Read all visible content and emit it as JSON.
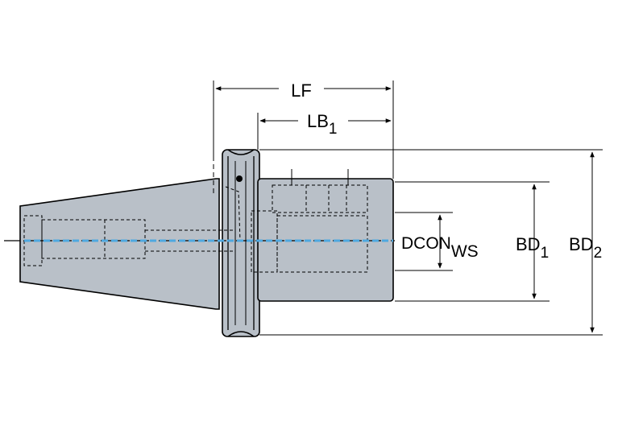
{
  "labels": {
    "lf": "LF",
    "lb_main": "LB",
    "lb_sub": "1",
    "dcon_main": "DCON",
    "dcon_sub": "WS",
    "bd1_main": "BD",
    "bd1_sub": "1",
    "bd2_main": "BD",
    "bd2_sub": "2"
  },
  "colors": {
    "body_fill": "#b9c0c8",
    "outline": "#000000",
    "coolant": "#4fa8e0"
  }
}
